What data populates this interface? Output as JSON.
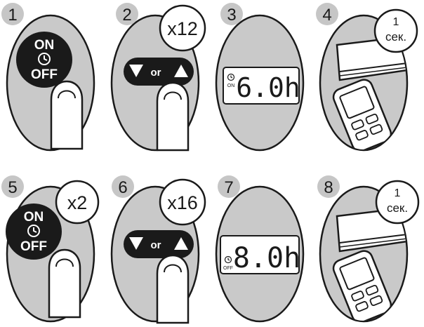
{
  "steps": [
    {
      "number": "1",
      "action": "on-off-button",
      "button_top": "ON",
      "button_bottom": "OFF"
    },
    {
      "number": "2",
      "action": "arrow-button",
      "badge": "x12",
      "button_label": "or"
    },
    {
      "number": "3",
      "action": "display",
      "mode_label": "ON",
      "display_value": "6.0h"
    },
    {
      "number": "4",
      "action": "ac-unit",
      "badge_number": "1",
      "badge_unit": "сек."
    },
    {
      "number": "5",
      "action": "on-off-button",
      "badge": "x2",
      "button_top": "ON",
      "button_bottom": "OFF"
    },
    {
      "number": "6",
      "action": "arrow-button",
      "badge": "x16",
      "button_label": "or"
    },
    {
      "number": "7",
      "action": "display",
      "mode_label": "OFF",
      "display_value": "8.0h"
    },
    {
      "number": "8",
      "action": "ac-unit",
      "badge_number": "1",
      "badge_unit": "сек."
    }
  ],
  "colors": {
    "panel_fill": "#c9c9c9",
    "outline": "#1a1a1a",
    "button_black": "#1a1a1a",
    "badge_fill": "#ffffff"
  }
}
